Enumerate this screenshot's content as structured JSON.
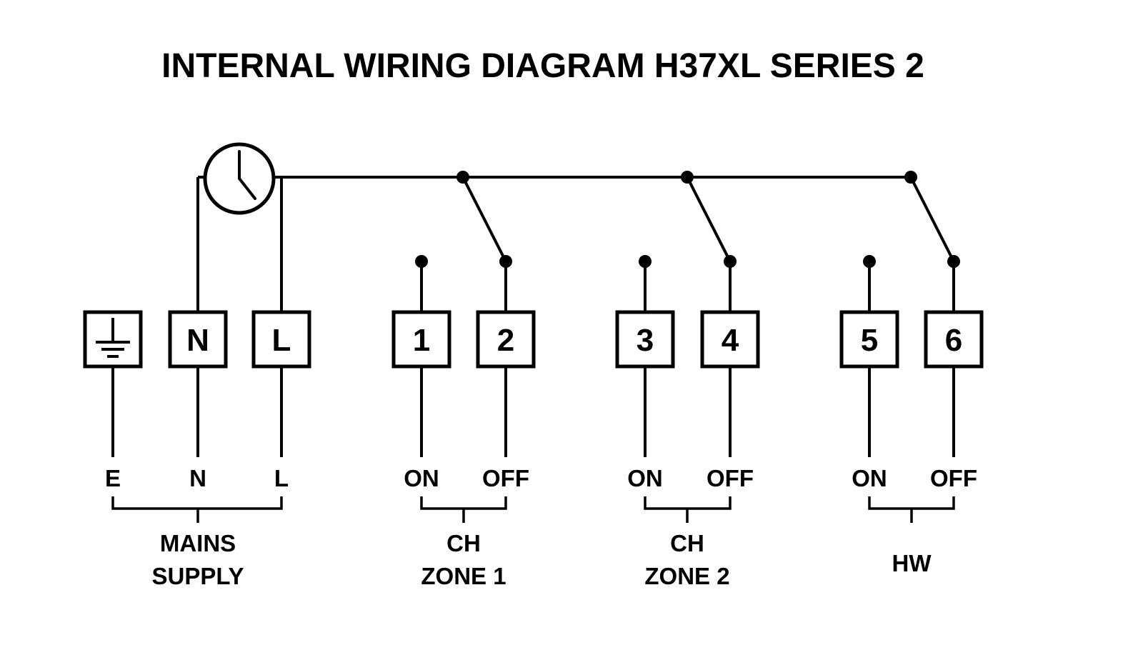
{
  "title": "INTERNAL WIRING DIAGRAM H37XL SERIES 2",
  "diagram": {
    "colors": {
      "line": "#000000",
      "background": "#ffffff"
    },
    "components": {
      "timer": "timer-clock"
    },
    "terminal_boxes": {
      "earth_symbol": "earth-ground",
      "neutral": "N",
      "live": "L",
      "t1": "1",
      "t2": "2",
      "t3": "3",
      "t4": "4",
      "t5": "5",
      "t6": "6"
    },
    "wire_labels": {
      "earth": "E",
      "neutral": "N",
      "live": "L",
      "zone1_on": "ON",
      "zone1_off": "OFF",
      "zone2_on": "ON",
      "zone2_off": "OFF",
      "hw_on": "ON",
      "hw_off": "OFF"
    },
    "group_labels": {
      "mains_line1": "MAINS",
      "mains_line2": "SUPPLY",
      "zone1_line1": "CH",
      "zone1_line2": "ZONE 1",
      "zone2_line1": "CH",
      "zone2_line2": "ZONE 2",
      "hw": "HW"
    }
  }
}
